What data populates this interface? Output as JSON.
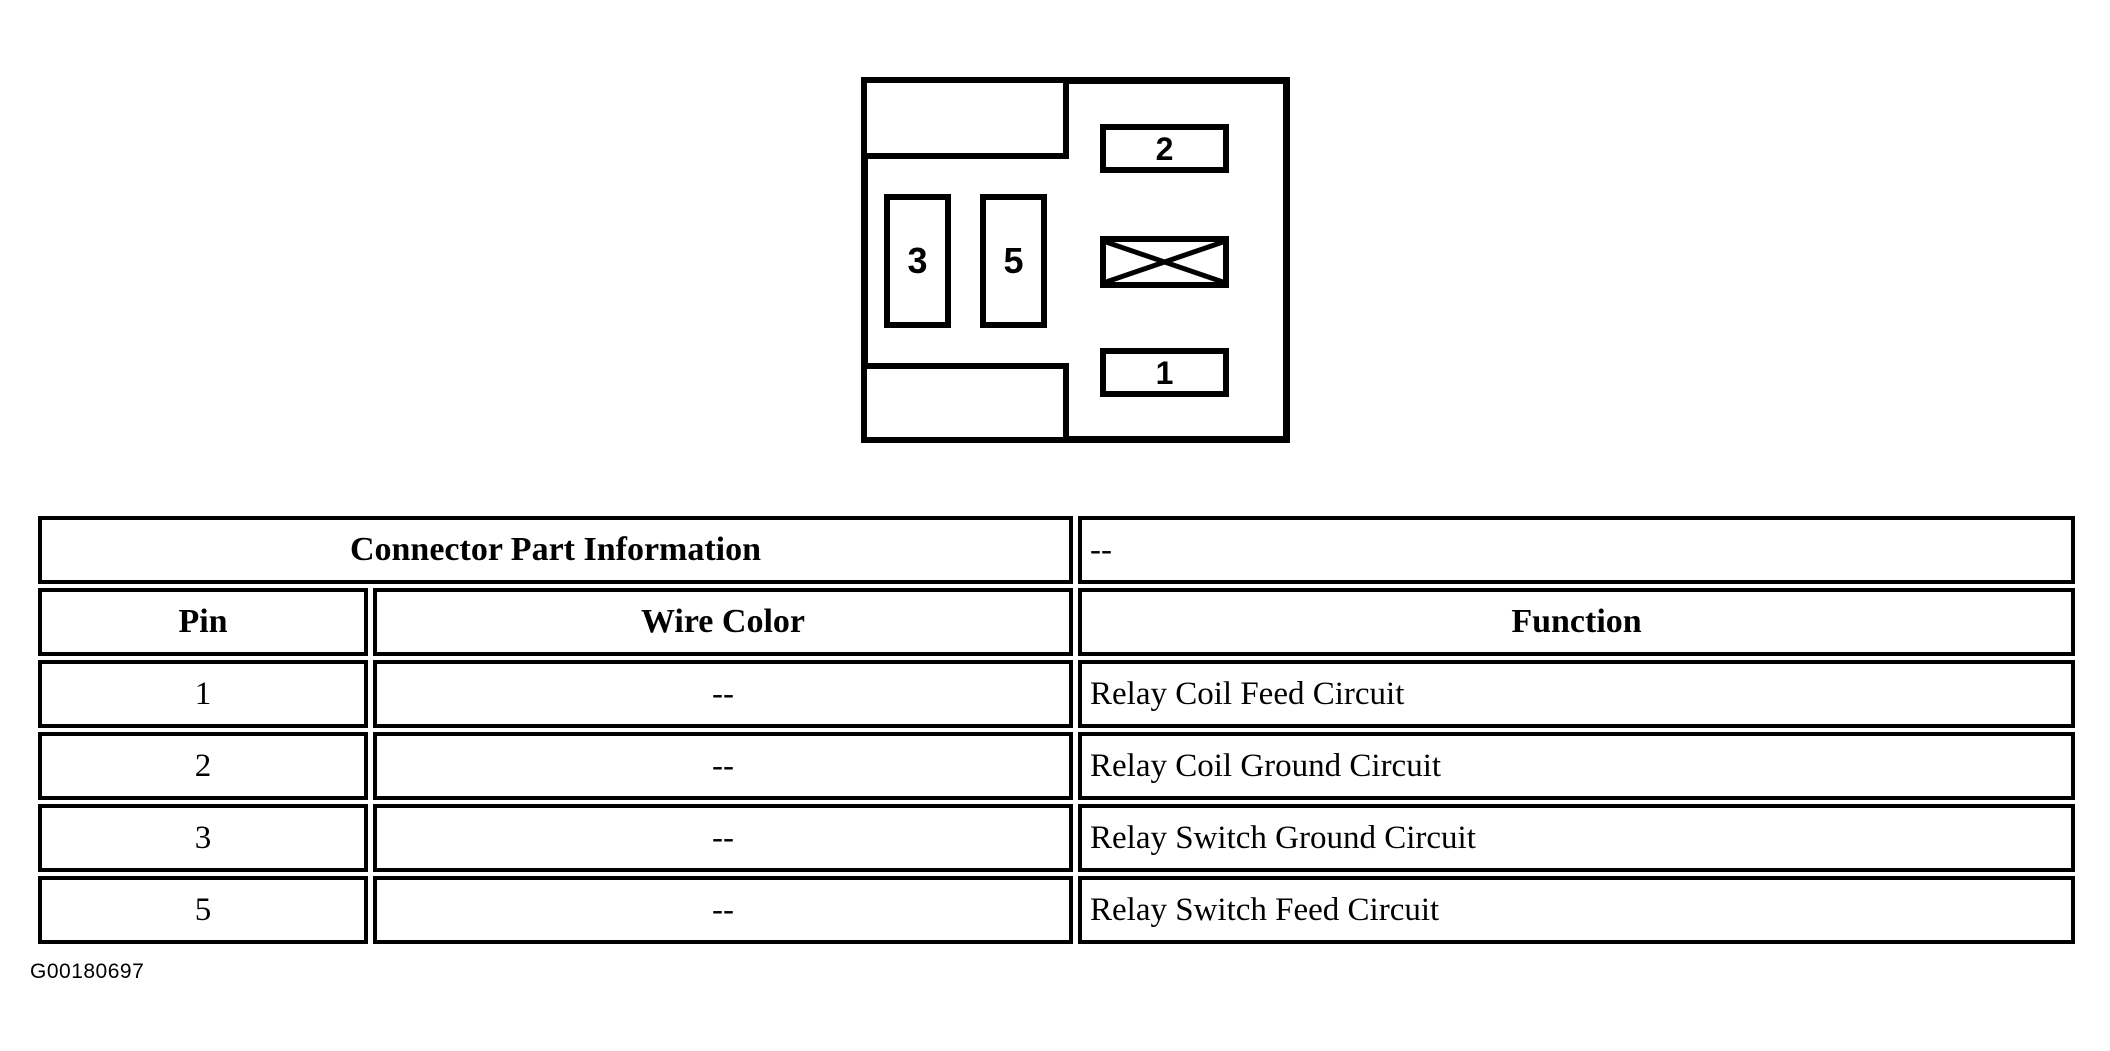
{
  "diagram": {
    "name": "relay-connector-face-view",
    "pin_slots": [
      {
        "label": "3"
      },
      {
        "label": "5"
      }
    ],
    "terminals": [
      {
        "label": "2"
      },
      {
        "label": "1"
      }
    ],
    "crossed_terminal_label": ""
  },
  "table": {
    "title_row": {
      "title": "Connector Part Information",
      "part_number": "--"
    },
    "columns": [
      "Pin",
      "Wire Color",
      "Function"
    ],
    "rows": [
      {
        "pin": "1",
        "wire_color": "--",
        "function": "Relay Coil Feed Circuit"
      },
      {
        "pin": "2",
        "wire_color": "--",
        "function": "Relay Coil Ground Circuit"
      },
      {
        "pin": "3",
        "wire_color": "--",
        "function": "Relay Switch Ground Circuit"
      },
      {
        "pin": "5",
        "wire_color": "--",
        "function": "Relay Switch Feed Circuit"
      }
    ]
  },
  "footer": {
    "figure_code": "G00180697"
  },
  "colors": {
    "ink": "#000000",
    "paper": "#ffffff"
  }
}
